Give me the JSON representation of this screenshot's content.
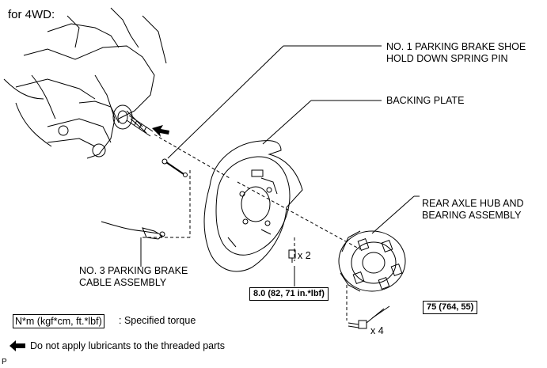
{
  "title": "for 4WD:",
  "labels": {
    "spring_pin": "NO. 1 PARKING BRAKE SHOE\nHOLD DOWN SPRING PIN",
    "backing_plate": "BACKING PLATE",
    "hub_assembly": "REAR AXLE HUB AND\nBEARING ASSEMBLY",
    "cable_assembly": "NO. 3 PARKING BRAKE\nCABLE ASSEMBLY"
  },
  "torque": {
    "backing_plate_bolt": "8.0 (82, 71 in.*lbf)",
    "backing_plate_qty": "x 2",
    "hub_bolt": "75 (764, 55)",
    "hub_qty": "x 4"
  },
  "legend": {
    "torque_unit": "N*m (kgf*cm, ft.*lbf)",
    "torque_desc": ": Specified torque",
    "lubricant_note": "Do not apply lubricants to the threaded parts"
  },
  "footer_mark": "P"
}
